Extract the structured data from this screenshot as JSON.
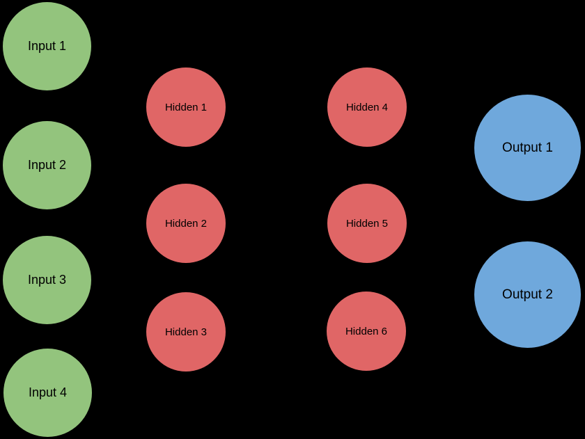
{
  "theme": {
    "background": "#000000",
    "input-color": "#93C47D",
    "hidden-color": "#E06666",
    "output-color": "#6FA8DC",
    "label-color": "#000000"
  },
  "network": {
    "description": "feed-forward neural network diagram",
    "layers": [
      {
        "id": "input-layer",
        "type": "input",
        "nodes": [
          {
            "label": "Input 1"
          },
          {
            "label": "Input 2"
          },
          {
            "label": "Input 3"
          },
          {
            "label": "Input 4"
          }
        ]
      },
      {
        "id": "hidden-layer-1",
        "type": "hidden",
        "nodes": [
          {
            "label": "Hidden 1"
          },
          {
            "label": "Hidden 2"
          },
          {
            "label": "Hidden 3"
          }
        ]
      },
      {
        "id": "hidden-layer-2",
        "type": "hidden",
        "nodes": [
          {
            "label": "Hidden 4"
          },
          {
            "label": "Hidden 5"
          },
          {
            "label": "Hidden 6"
          }
        ]
      },
      {
        "id": "output-layer",
        "type": "output",
        "nodes": [
          {
            "label": "Output 1"
          },
          {
            "label": "Output 2"
          }
        ]
      }
    ]
  }
}
